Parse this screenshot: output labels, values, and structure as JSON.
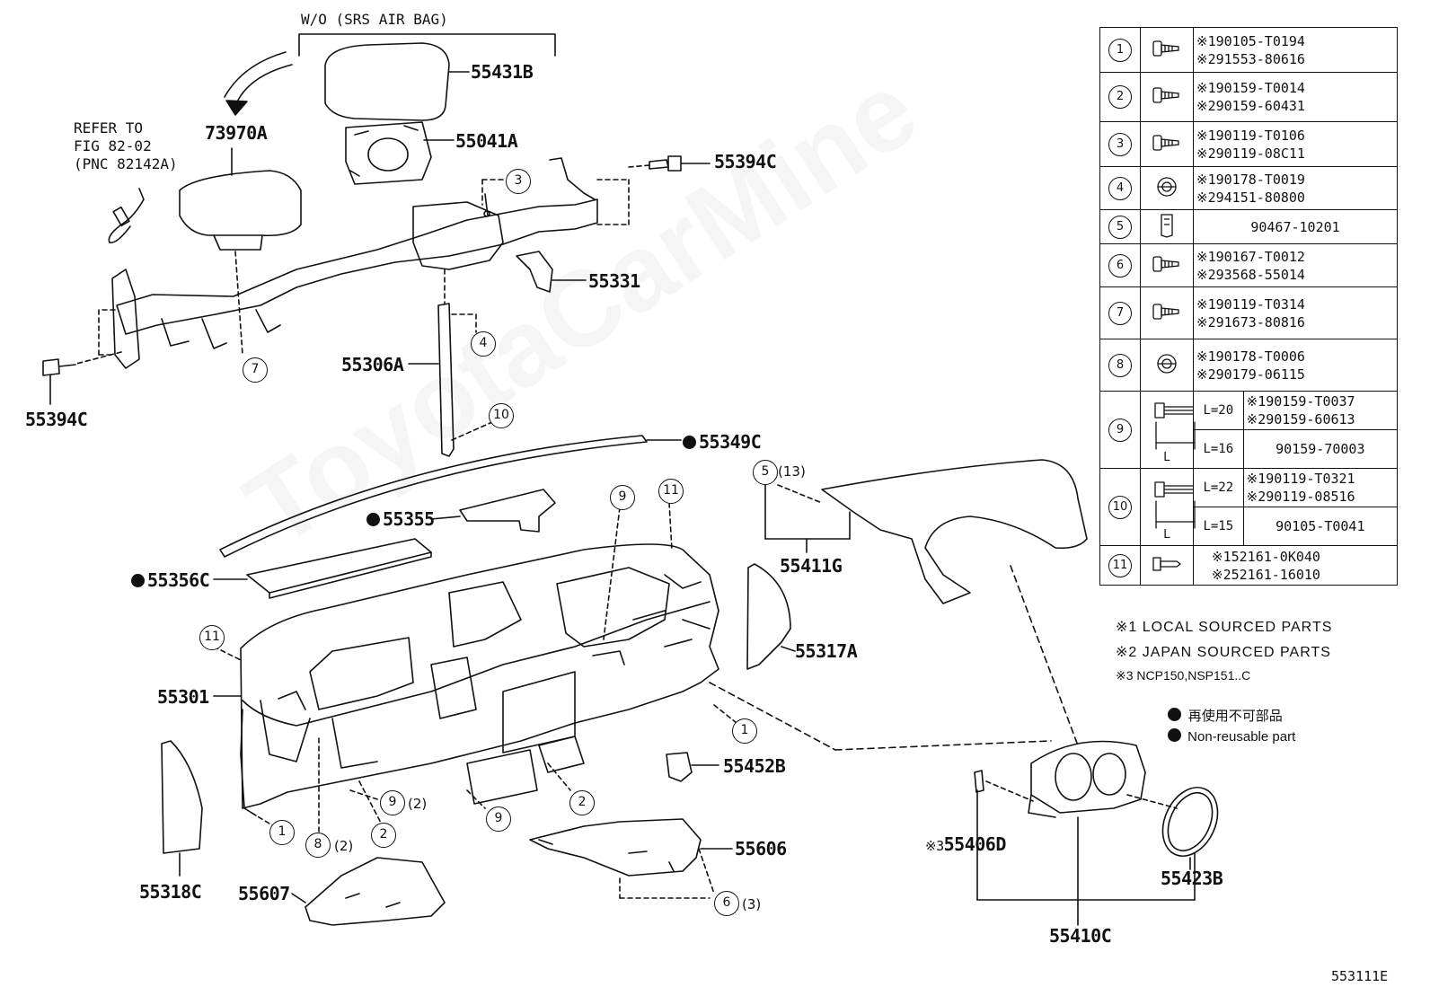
{
  "header": {
    "wo_label": "W/O (SRS  AIR BAG)"
  },
  "refer": {
    "line1": "REFER TO",
    "line2": "FIG 82-02",
    "line3": "(PNC 82142A)"
  },
  "parts": {
    "p55431B": "55431B",
    "p73970A": "73970A",
    "p55041A": "55041A",
    "p55394C_top": "55394C",
    "p55331": "55331",
    "p55306A": "55306A",
    "p55394C_left": "55394C",
    "p55349C": "55349C",
    "p55355": "55355",
    "p55356C": "55356C",
    "p55411G": "55411G",
    "p55317A": "55317A",
    "p55301": "55301",
    "p55452B": "55452B",
    "p55606": "55606",
    "p55607": "55607",
    "p55318C": "55318C",
    "p55406D": "55406D",
    "p55406D_prefix": "※3",
    "p55423B": "55423B",
    "p55410C": "55410C"
  },
  "callouts": {
    "c3": "3",
    "c4": "4",
    "c7": "7",
    "c10": "10",
    "c9a": "9",
    "c11a": "11",
    "c11b": "11",
    "c5": "5",
    "c5q": "(13)",
    "c1a": "1",
    "c1b": "1",
    "c2a": "2",
    "c2b": "2",
    "c9b": "9",
    "c9bq": "(2)",
    "c9c": "9",
    "c8": "8",
    "c8q": "(2)",
    "c6": "6",
    "c6q": "(3)"
  },
  "table": {
    "rows": [
      {
        "num": "1",
        "icon": "bolt-icon",
        "pn": [
          "※190105-T0194",
          "※291553-80616"
        ]
      },
      {
        "num": "2",
        "icon": "bolt-icon",
        "pn": [
          "※190159-T0014",
          "※290159-60431"
        ]
      },
      {
        "num": "3",
        "icon": "bolt-icon",
        "pn": [
          "※190119-T0106",
          "※290119-08C11"
        ]
      },
      {
        "num": "4",
        "icon": "nut-icon",
        "pn": [
          "※190178-T0019",
          "※294151-80800"
        ]
      },
      {
        "num": "5",
        "icon": "clip-icon",
        "pn": [
          "90467-10201"
        ]
      },
      {
        "num": "6",
        "icon": "bolt-icon",
        "pn": [
          "※190167-T0012",
          "※293568-55014"
        ]
      },
      {
        "num": "7",
        "icon": "bolt-icon",
        "pn": [
          "※190119-T0314",
          "※291673-80816"
        ]
      },
      {
        "num": "8",
        "icon": "nut-icon",
        "pn": [
          "※190178-T0006",
          "※290179-06115"
        ]
      }
    ],
    "row9": {
      "num": "9",
      "icon": "long-bolt-icon",
      "dim": "L",
      "sub": [
        {
          "len": "L=20",
          "pn": [
            "※190159-T0037",
            "※290159-60613"
          ]
        },
        {
          "len": "L=16",
          "pn": [
            "90159-70003"
          ]
        }
      ]
    },
    "row10": {
      "num": "10",
      "icon": "long-bolt-icon",
      "dim": "L",
      "sub": [
        {
          "len": "L=22",
          "pn": [
            "※190119-T0321",
            "※290119-08516"
          ]
        },
        {
          "len": "L=15",
          "pn": [
            "90105-T0041"
          ]
        }
      ]
    },
    "row11": {
      "num": "11",
      "icon": "pin-icon",
      "pn": [
        "※152161-0K040",
        "※252161-16010"
      ]
    }
  },
  "notes": {
    "n1": "※1 LOCAL SOURCED PARTS",
    "n2": "※2 JAPAN SOURCED PARTS",
    "n3": "※3 NCP150,NSP151..C",
    "legend_jp": "再使用不可部品",
    "legend_en": "Non-reusable part"
  },
  "watermark": "ToyotaCarMine",
  "figure_code": "553111E"
}
